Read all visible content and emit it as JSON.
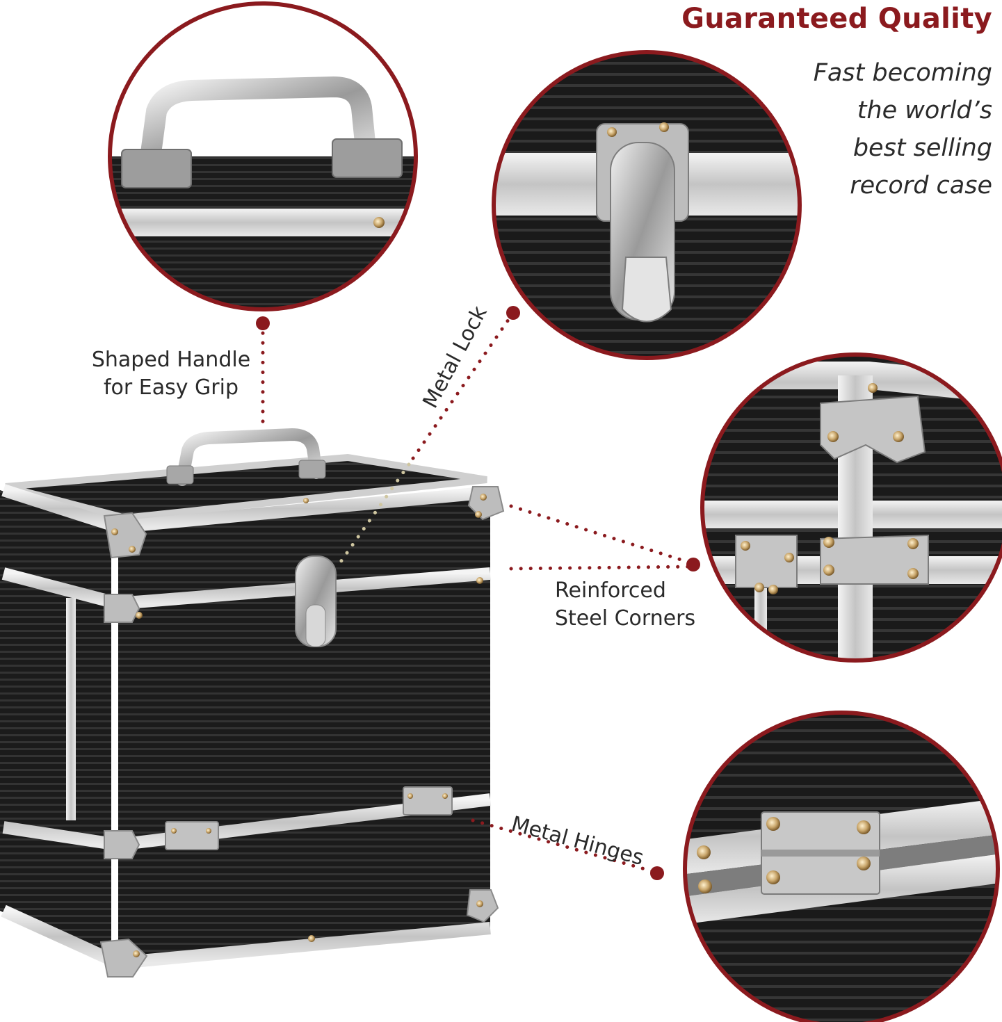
{
  "headline": "Guaranteed Quality",
  "tagline": [
    "Fast becoming",
    "the world’s",
    "best selling",
    "record case"
  ],
  "callouts": {
    "handle": [
      "Shaped Handle",
      "for Easy Grip"
    ],
    "lock": "Metal Lock",
    "corners": [
      "Reinforced",
      "Steel Corners"
    ],
    "hinges": "Metal Hinges"
  },
  "colors": {
    "accent": "#8b1a1e",
    "case_body": "#1c1c1c",
    "trim": "#c9c9c9",
    "hardware": "#b8b8b8",
    "rivet": "#c8a56a"
  }
}
